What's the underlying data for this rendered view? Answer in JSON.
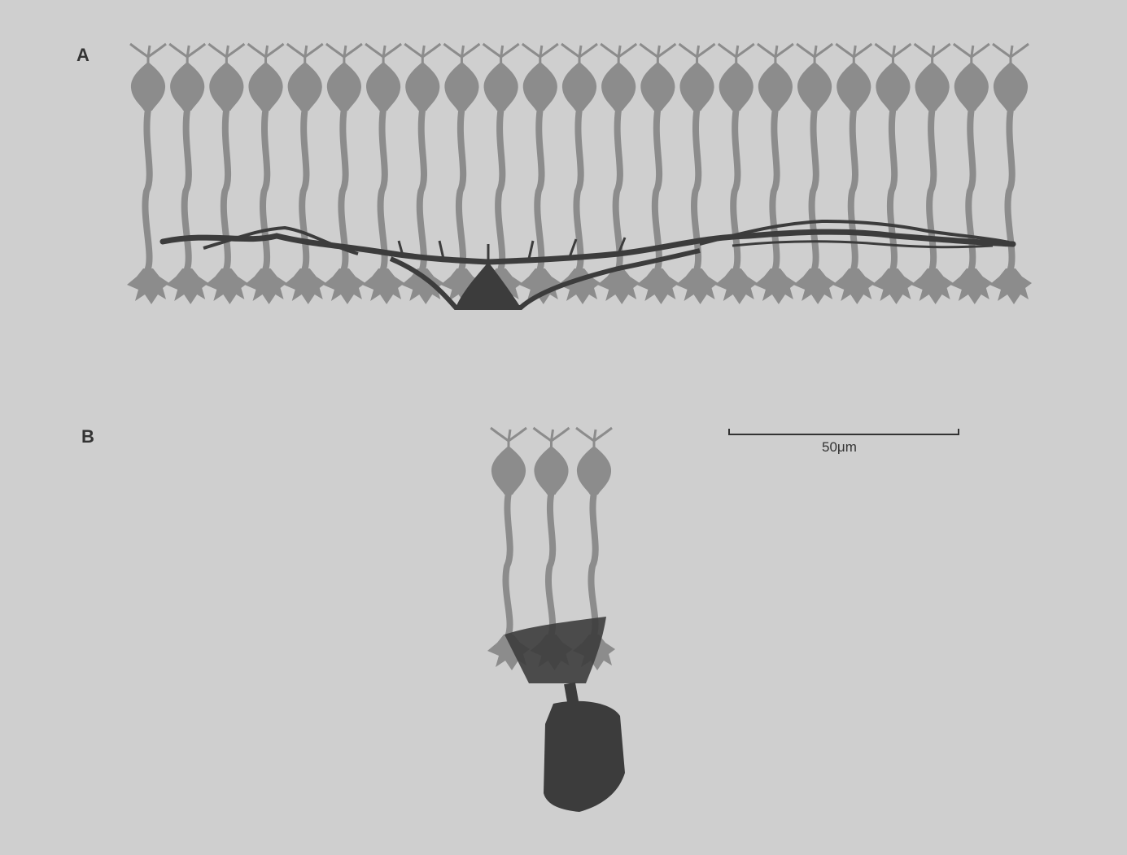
{
  "panels": [
    {
      "label": "A",
      "cone_count": 23
    },
    {
      "label": "B",
      "cone_count": 3
    }
  ],
  "scale_bar": {
    "label": "50μm",
    "value": 50,
    "unit": "μm"
  },
  "colors": {
    "background": "#cfcfcf",
    "cone_cells": "#8c8c8c",
    "highlighted_cell": "#3c3c3c",
    "text": "#333333"
  }
}
